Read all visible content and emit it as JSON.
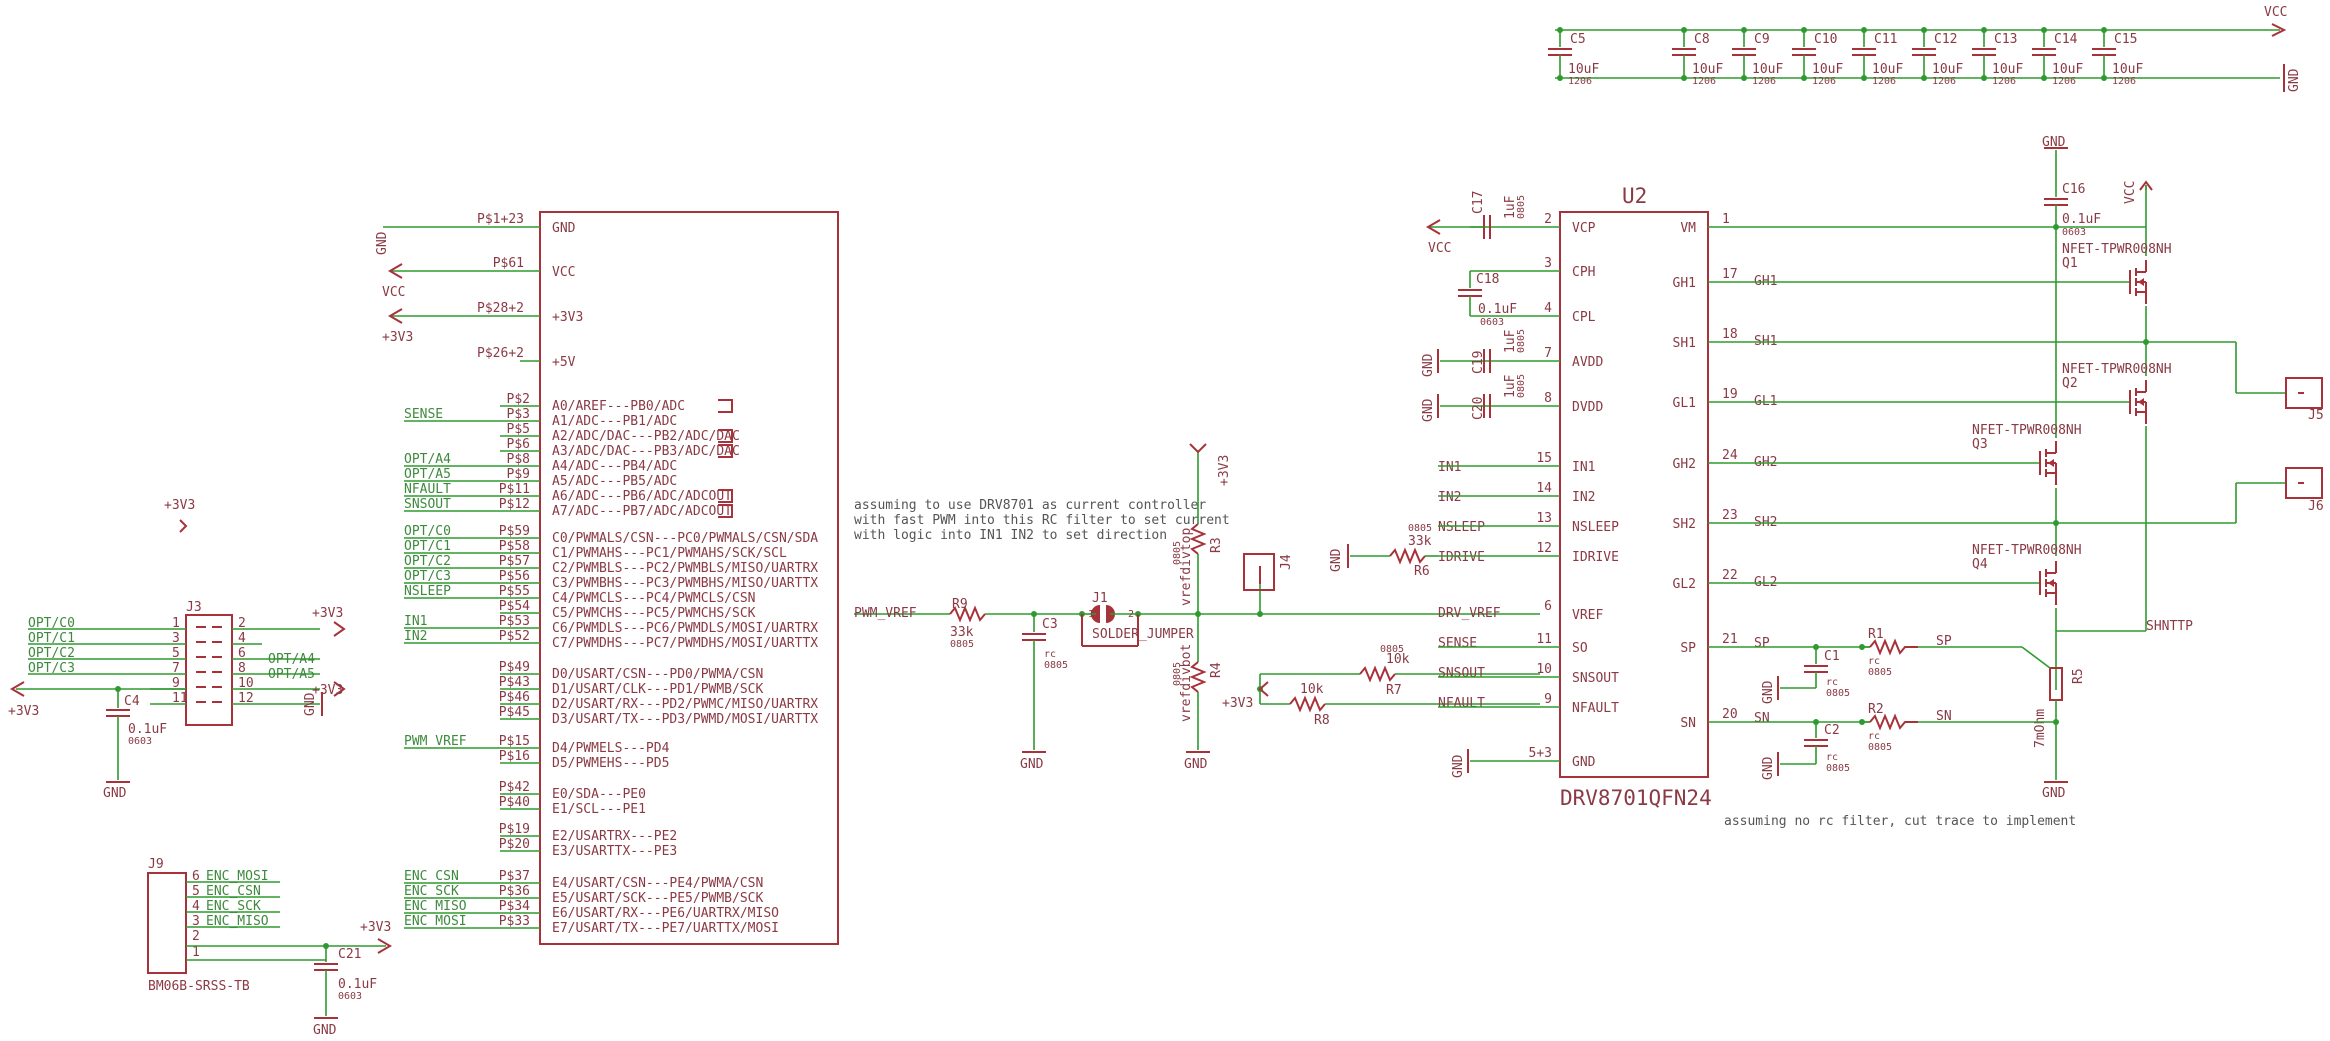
{
  "mcu": {
    "power_pins": [
      {
        "pin": "P$1+23",
        "name": "GND",
        "net": "GND"
      },
      {
        "pin": "P$61",
        "name": "VCC",
        "net": "VCC"
      },
      {
        "pin": "P$28+2",
        "name": "+3V3",
        "net": "+3V3"
      },
      {
        "pin": "P$26+2",
        "name": "+5V",
        "net": ""
      }
    ],
    "pins": [
      {
        "pin": "P$2",
        "name": "A0/AREF---PB0/ADC",
        "net": ""
      },
      {
        "pin": "P$3",
        "name": "A1/ADC---PB1/ADC",
        "net": "SENSE"
      },
      {
        "pin": "P$5",
        "name": "A2/ADC/DAC---PB2/ADC/DAC",
        "net": ""
      },
      {
        "pin": "P$6",
        "name": "A3/ADC/DAC---PB3/ADC/DAC",
        "net": ""
      },
      {
        "pin": "P$8",
        "name": "A4/ADC---PB4/ADC",
        "net": "OPT/A4"
      },
      {
        "pin": "P$9",
        "name": "A5/ADC---PB5/ADC",
        "net": "OPT/A5"
      },
      {
        "pin": "P$11",
        "name": "A6/ADC---PB6/ADC/ADCOUT",
        "net": "NFAULT"
      },
      {
        "pin": "P$12",
        "name": "A7/ADC---PB7/ADC/ADCOUT",
        "net": "SNSOUT"
      },
      {
        "pin": "P$59",
        "name": "C0/PWMALS/CSN---PC0/PWMALS/CSN/SDA",
        "net": "OPT/C0"
      },
      {
        "pin": "P$58",
        "name": "C1/PWMAHS---PC1/PWMAHS/SCK/SCL",
        "net": "OPT/C1"
      },
      {
        "pin": "P$57",
        "name": "C2/PWMBLS---PC2/PWMBLS/MISO/UARTRX",
        "net": "OPT/C2"
      },
      {
        "pin": "P$56",
        "name": "C3/PWMBHS---PC3/PWMBHS/MISO/UARTTX",
        "net": "OPT/C3"
      },
      {
        "pin": "P$55",
        "name": "C4/PWMCLS---PC4/PWMCLS/CSN",
        "net": "NSLEEP"
      },
      {
        "pin": "P$54",
        "name": "C5/PWMCHS---PC5/PWMCHS/SCK",
        "net": ""
      },
      {
        "pin": "P$53",
        "name": "C6/PWMDLS---PC6/PWMDLS/MOSI/UARTRX",
        "net": "IN1"
      },
      {
        "pin": "P$52",
        "name": "C7/PWMDHS---PC7/PWMDHS/MOSI/UARTTX",
        "net": "IN2"
      },
      {
        "pin": "P$49",
        "name": "D0/USART/CSN---PD0/PWMA/CSN",
        "net": ""
      },
      {
        "pin": "P$43",
        "name": "D1/USART/CLK---PD1/PWMB/SCK",
        "net": ""
      },
      {
        "pin": "P$46",
        "name": "D2/USART/RX---PD2/PWMC/MISO/UARTRX",
        "net": ""
      },
      {
        "pin": "P$45",
        "name": "D3/USART/TX---PD3/PWMD/MOSI/UARTTX",
        "net": ""
      },
      {
        "pin": "P$15",
        "name": "D4/PWMELS---PD4",
        "net": "PWM_VREF"
      },
      {
        "pin": "P$16",
        "name": "D5/PWMEHS---PD5",
        "net": ""
      },
      {
        "pin": "P$42",
        "name": "E0/SDA---PE0",
        "net": ""
      },
      {
        "pin": "P$40",
        "name": "E1/SCL---PE1",
        "net": ""
      },
      {
        "pin": "P$19",
        "name": "E2/USARTRX---PE2",
        "net": ""
      },
      {
        "pin": "P$20",
        "name": "E3/USARTTX---PE3",
        "net": ""
      },
      {
        "pin": "P$37",
        "name": "E4/USART/CSN---PE4/PWMA/CSN",
        "net": "ENC_CSN"
      },
      {
        "pin": "P$36",
        "name": "E5/USART/SCK---PE5/PWMB/SCK",
        "net": "ENC_SCK"
      },
      {
        "pin": "P$34",
        "name": "E6/USART/RX---PE6/UARTRX/MISO",
        "net": "ENC_MISO"
      },
      {
        "pin": "P$33",
        "name": "E7/USART/TX---PE7/UARTTX/MOSI",
        "net": "ENC_MOSI"
      }
    ]
  },
  "caps_top": [
    {
      "ref": "C5",
      "value": "10uF",
      "pkg": "1206"
    },
    {
      "ref": "C8",
      "value": "10uF",
      "pkg": "1206"
    },
    {
      "ref": "C9",
      "value": "10uF",
      "pkg": "1206"
    },
    {
      "ref": "C10",
      "value": "10uF",
      "pkg": "1206"
    },
    {
      "ref": "C11",
      "value": "10uF",
      "pkg": "1206"
    },
    {
      "ref": "C12",
      "value": "10uF",
      "pkg": "1206"
    },
    {
      "ref": "C13",
      "value": "10uF",
      "pkg": "1206"
    },
    {
      "ref": "C14",
      "value": "10uF",
      "pkg": "1206"
    },
    {
      "ref": "C15",
      "value": "10uF",
      "pkg": "1206"
    }
  ],
  "top_rail": {
    "vcc": "VCC",
    "gnd": "GND"
  },
  "u2": {
    "ref": "U2",
    "part": "DRV8701QFN24",
    "left_pins": [
      {
        "num": "2",
        "name": "VCP"
      },
      {
        "num": "3",
        "name": "CPH"
      },
      {
        "num": "4",
        "name": "CPL"
      },
      {
        "num": "7",
        "name": "AVDD"
      },
      {
        "num": "8",
        "name": "DVDD"
      },
      {
        "num": "15",
        "name": "IN1"
      },
      {
        "num": "14",
        "name": "IN2"
      },
      {
        "num": "13",
        "name": "NSLEEP"
      },
      {
        "num": "12",
        "name": "IDRIVE"
      },
      {
        "num": "6",
        "name": "VREF"
      },
      {
        "num": "11",
        "name": "SO"
      },
      {
        "num": "10",
        "name": "SNSOUT"
      },
      {
        "num": "9",
        "name": "NFAULT"
      },
      {
        "num": "5+3",
        "name": "GND"
      }
    ],
    "right_pins": [
      {
        "num": "1",
        "name": "VM"
      },
      {
        "num": "17",
        "name": "GH1"
      },
      {
        "num": "18",
        "name": "SH1"
      },
      {
        "num": "19",
        "name": "GL1"
      },
      {
        "num": "24",
        "name": "GH2"
      },
      {
        "num": "23",
        "name": "SH2"
      },
      {
        "num": "22",
        "name": "GL2"
      },
      {
        "num": "21",
        "name": "SP"
      },
      {
        "num": "20",
        "name": "SN"
      }
    ],
    "left_nets": {
      "in1": "IN1",
      "in2": "IN2",
      "nsleep": "NSLEEP",
      "idrive": "IDRIVE",
      "vref": "DRV_VREF",
      "so": "SENSE",
      "snsout": "SNSOUT",
      "nfault": "NFAULT"
    },
    "right_nets": {
      "gh1": "GH1",
      "sh1": "SH1",
      "gl1": "GL1",
      "gh2": "GH2",
      "sh2": "SH2",
      "gl2": "GL2",
      "sp": "SP",
      "sn": "SN"
    }
  },
  "driver_caps": {
    "c17": {
      "ref": "C17",
      "value": "1uF",
      "pkg": "0805",
      "net": "VCC"
    },
    "c18": {
      "ref": "C18",
      "value": "0.1uF",
      "pkg": "0603"
    },
    "c19": {
      "ref": "C19",
      "value": "1uF",
      "pkg": "0805",
      "net": "GND"
    },
    "c20": {
      "ref": "C20",
      "value": "1uF",
      "pkg": "0805",
      "net": "GND"
    },
    "r6": {
      "ref": "R6",
      "value": "33k",
      "pkg": "0805",
      "net": "GND"
    },
    "c16": {
      "ref": "C16",
      "value": "0.1uF",
      "pkg": "0603",
      "net": "GND",
      "vcc": "VCC"
    }
  },
  "fets": [
    {
      "ref": "Q1",
      "part": "NFET-TPWR008NH"
    },
    {
      "ref": "Q2",
      "part": "NFET-TPWR008NH"
    },
    {
      "ref": "Q3",
      "part": "NFET-TPWR008NH"
    },
    {
      "ref": "Q4",
      "part": "NFET-TPWR008NH"
    }
  ],
  "shunt": {
    "net": "SHNTTP",
    "r5": {
      "ref": "R5",
      "value": "7mOhm"
    },
    "gnd": "GND",
    "note": "assuming no rc filter, cut trace to implement"
  },
  "sense_filter": {
    "r1": {
      "ref": "R1",
      "pkg": "0805",
      "label": "rc"
    },
    "c1": {
      "ref": "C1",
      "pkg": "0805",
      "label": "rc"
    },
    "r2": {
      "ref": "R2",
      "pkg": "0805",
      "label": "rc"
    },
    "c2": {
      "ref": "C2",
      "pkg": "0805",
      "label": "rc"
    },
    "sp": "SP",
    "sn": "SN",
    "gnd": "GND"
  },
  "motor_connectors": [
    {
      "ref": "J5"
    },
    {
      "ref": "J6"
    }
  ],
  "vref_network": {
    "note": [
      "assuming to use DRV8701 as current controller",
      "with fast PWM into this RC filter to set current",
      "with logic into IN1 IN2 to set direction"
    ],
    "net_in": "PWM_VREF",
    "r9": {
      "ref": "R9",
      "value": "33k",
      "pkg": "0805"
    },
    "c3": {
      "ref": "C3",
      "value": "rc",
      "pkg": "0805"
    },
    "j1": {
      "ref": "J1",
      "part": "SOLDER_JUMPER"
    },
    "r3": {
      "ref": "R3",
      "value": "vrefdivtop",
      "pkg": "0805"
    },
    "r4": {
      "ref": "R4",
      "value": "vrefdivbot",
      "pkg": "0805"
    },
    "j4": {
      "ref": "J4"
    },
    "v3v3": "+3V3",
    "gnd": "GND"
  },
  "pullups": {
    "r7": {
      "ref": "R7",
      "value": "10k",
      "pkg": "0805"
    },
    "r8": {
      "ref": "R8",
      "value": "10k"
    },
    "v3v3": "+3V3"
  },
  "j3": {
    "ref": "J3",
    "left_nets": [
      "OPT/C0",
      "OPT/C1",
      "OPT/C2",
      "OPT/C3",
      "",
      ""
    ],
    "right_nets": [
      "+3V3",
      "",
      "OPT/A4",
      "OPT/A5",
      "+3V3",
      "GND"
    ],
    "pins_left": [
      "1",
      "3",
      "5",
      "7",
      "9",
      "11"
    ],
    "pins_right": [
      "2",
      "4",
      "6",
      "8",
      "10",
      "12"
    ],
    "c4": {
      "ref": "C4",
      "value": "0.1uF",
      "pkg": "0603"
    },
    "v3v3_label": "+3V3",
    "v3v3_top": "+3V3",
    "gnd": "GND"
  },
  "j9": {
    "ref": "J9",
    "part": "BM06B-SRSS-TB",
    "pins": [
      {
        "num": "6",
        "net": "ENC_MOSI"
      },
      {
        "num": "5",
        "net": "ENC_CSN"
      },
      {
        "num": "4",
        "net": "ENC_SCK"
      },
      {
        "num": "3",
        "net": "ENC_MISO"
      },
      {
        "num": "2",
        "net": ""
      },
      {
        "num": "1",
        "net": ""
      }
    ],
    "c21": {
      "ref": "C21",
      "value": "0.1uF",
      "pkg": "0603"
    },
    "v3v3": "+3V3",
    "gnd": "GND"
  }
}
